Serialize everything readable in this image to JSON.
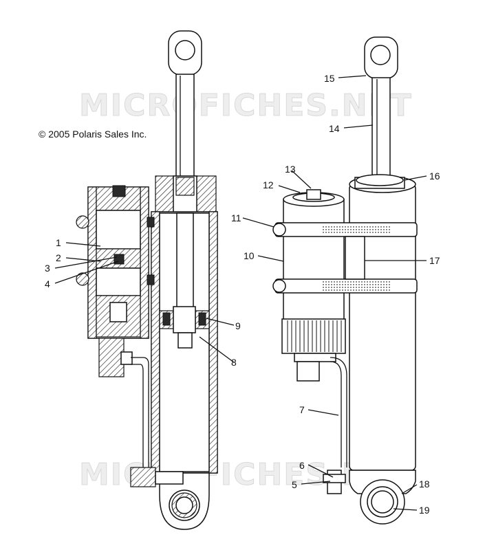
{
  "watermark": "MICROFICHES.NET",
  "copyright": "© 2005 Polaris Sales Inc.",
  "callouts": [
    "1",
    "2",
    "3",
    "4",
    "5",
    "6",
    "7",
    "8",
    "9",
    "10",
    "11",
    "12",
    "13",
    "14",
    "15",
    "16",
    "17",
    "18",
    "19"
  ]
}
